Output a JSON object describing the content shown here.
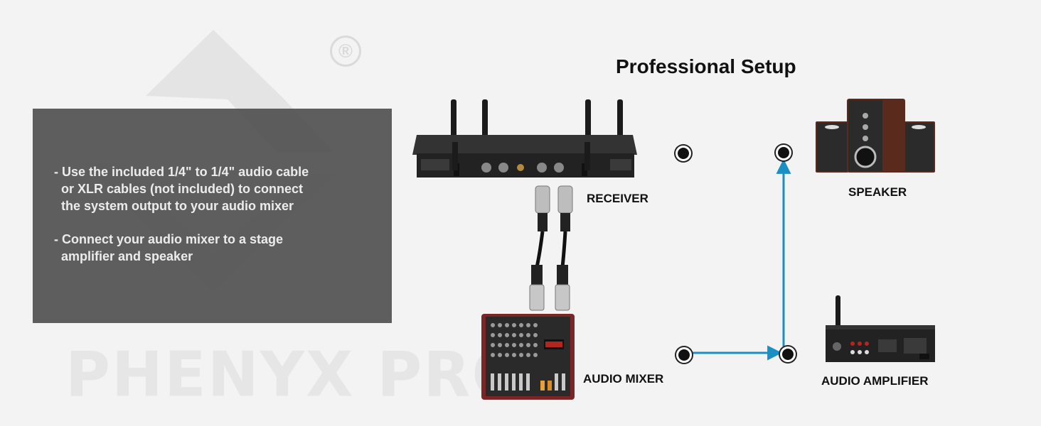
{
  "brand": {
    "watermark_text": "PHENYX PRO",
    "registered_mark": "®"
  },
  "title": "Professional Setup",
  "instructions": [
    "- Use the included 1/4\" to 1/4\" audio cable\n  or XLR cables (not included) to connect\n  the system output to your audio mixer",
    "- Connect your audio mixer to a stage\n  amplifier and speaker"
  ],
  "devices": {
    "receiver": "RECEIVER",
    "speaker": "SPEAKER",
    "audio_mixer": "AUDIO MIXER",
    "audio_amplifier": "AUDIO AMPLIFIER"
  },
  "colors": {
    "connection_arrow": "#1a8fc4",
    "info_box": "#525252",
    "watermark": "#e6e6e6"
  }
}
